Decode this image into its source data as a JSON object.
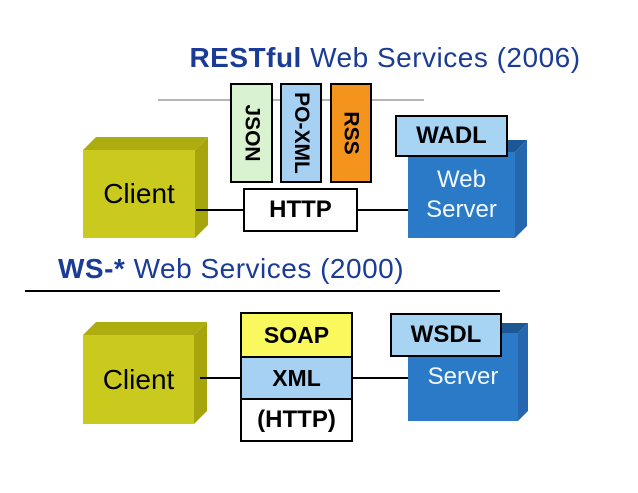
{
  "slide": {
    "rest": {
      "title": {
        "emphasis": "RESTful",
        "text": " Web Services (2006)"
      },
      "formats": [
        {
          "label": "JSON"
        },
        {
          "label": "PO-XML"
        },
        {
          "label": "RSS"
        }
      ],
      "client_label": "Client",
      "transport_label": "HTTP",
      "contract_label": "WADL",
      "server_line1": "Web",
      "server_line2": "Server"
    },
    "ws": {
      "title": {
        "emphasis": "WS-*",
        "text": " Web Services (2000)"
      },
      "client_label": "Client",
      "stack": [
        {
          "label": "SOAP"
        },
        {
          "label": "XML"
        },
        {
          "label": "(HTTP)"
        }
      ],
      "contract_label": "WSDL",
      "server_label": "Server"
    },
    "colors": {
      "title_text": "#1a3c96",
      "gray_line": "#b5b5b5",
      "divider": "#000000",
      "json_bg": "#d9f2cf",
      "po_xml_bg": "#a6d1f2",
      "rss_bg": "#f5941d",
      "wadl_wsdl_bg": "#a8d4f4",
      "soap_bg": "#f9f95e",
      "xml_bg": "#a6d1f2",
      "http_bg": "#ffffff",
      "client_cube_front": "#c9c91e",
      "client_cube_top": "#adad10",
      "client_cube_side": "#a6a60c",
      "server_cube_front": "#2b7ac7",
      "server_cube_top": "#1c5796",
      "server_cube_side": "#2566ae",
      "server_text": "#f2f8ff"
    }
  }
}
